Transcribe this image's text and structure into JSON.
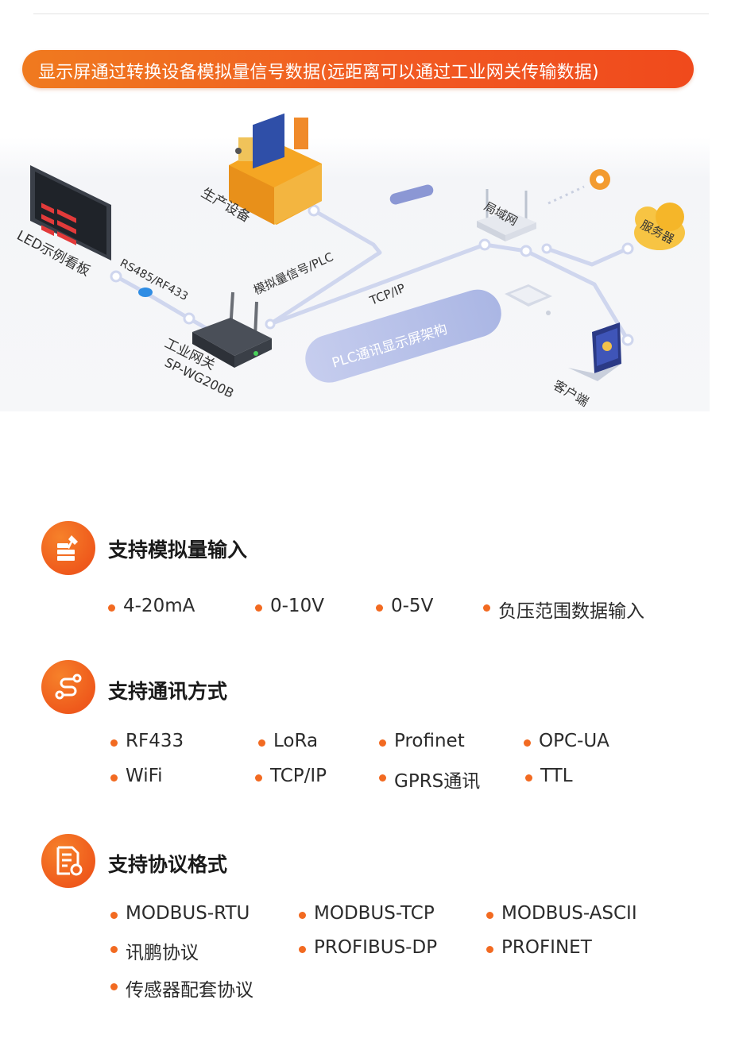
{
  "banner": {
    "text": "显示屏通过转换设备模拟量信号数据(远距离可以通过工业网关传输数据)"
  },
  "diagram": {
    "labels": {
      "production_equipment": "生产设备",
      "led_board": "LED示例看板",
      "rs485": "RS485/RF433",
      "analog_plc": "模拟量信号/PLC",
      "tcpip": "TCP/IP",
      "lan": "局域网",
      "server": "服务器",
      "gateway_name": "工业网关",
      "gateway_model": "SP-WG200B",
      "client": "客户端",
      "architecture": "PLC通讯显示屏架构"
    }
  },
  "sections": [
    {
      "title": "支持模拟量输入",
      "icon": "stack-tool-icon",
      "items": [
        "4-20mA",
        "0-10V",
        "0-5V",
        "负压范围数据输入"
      ]
    },
    {
      "title": "支持通讯方式",
      "icon": "route-icon",
      "items": [
        "RF433",
        "LoRa",
        "Profinet",
        "OPC-UA",
        "WiFi",
        "TCP/IP",
        "GPRS通讯",
        "TTL"
      ]
    },
    {
      "title": "支持协议格式",
      "icon": "document-gear-icon",
      "items": [
        "MODBUS-RTU",
        "MODBUS-TCP",
        "MODBUS-ASCII",
        "讯鹏协议",
        "PROFIBUS-DP",
        "PROFINET",
        "传感器配套协议"
      ]
    }
  ],
  "colors": {
    "accent": "#f26a21",
    "banner_start": "#f07a1f",
    "banner_end": "#f04a1c",
    "pill": "#b9c3e6",
    "line": "#c9d2ec"
  }
}
